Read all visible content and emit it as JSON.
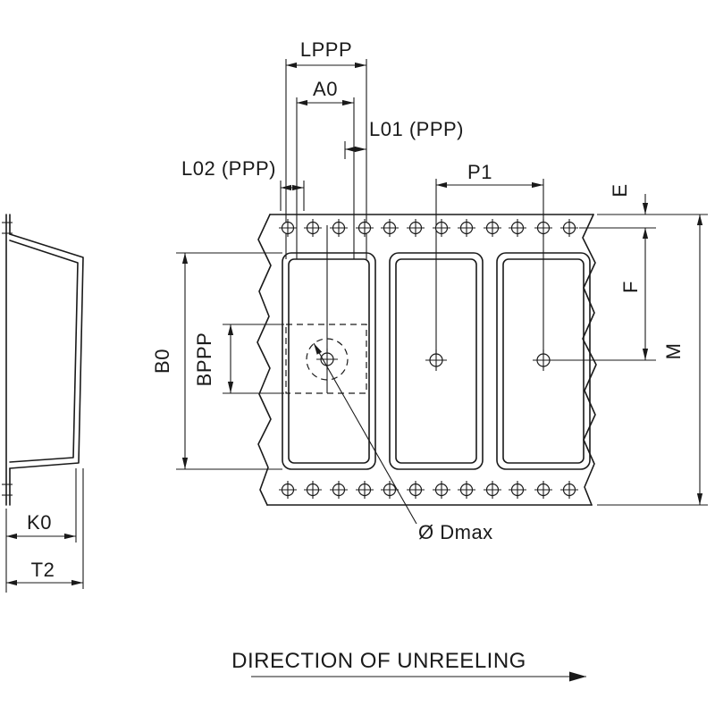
{
  "labels": {
    "lppp": "LPPP",
    "a0": "A0",
    "l01": "L01 (PPP)",
    "l02": "L02 (PPP)",
    "p1": "P1",
    "e": "E",
    "f": "F",
    "m": "M",
    "b0": "B0",
    "bppp": "BPPP",
    "k0": "K0",
    "t2": "T2",
    "dmax": "Ø Dmax"
  },
  "caption": "DIRECTION OF UNREELING",
  "colors": {
    "line": "#1a1a1a",
    "background": "#ffffff"
  }
}
